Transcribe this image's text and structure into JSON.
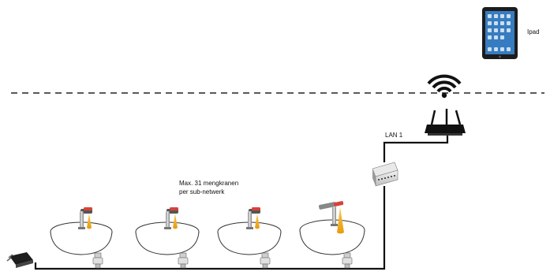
{
  "labels": {
    "ipad": "Ipad",
    "lan": "LAN 1",
    "max_line1": "Max. 31 mengkranen",
    "max_line2": "per sub-netwerk"
  },
  "faucet_count": 4,
  "colors": {
    "cable": "#111111",
    "flame": "#f2b01e",
    "dashed": "#222222"
  },
  "icons": [
    "tablet-icon",
    "wifi-icon",
    "router-icon",
    "network-switch-icon",
    "power-adapter-icon",
    "faucet-icon",
    "basin-icon",
    "valve-connector-icon"
  ]
}
